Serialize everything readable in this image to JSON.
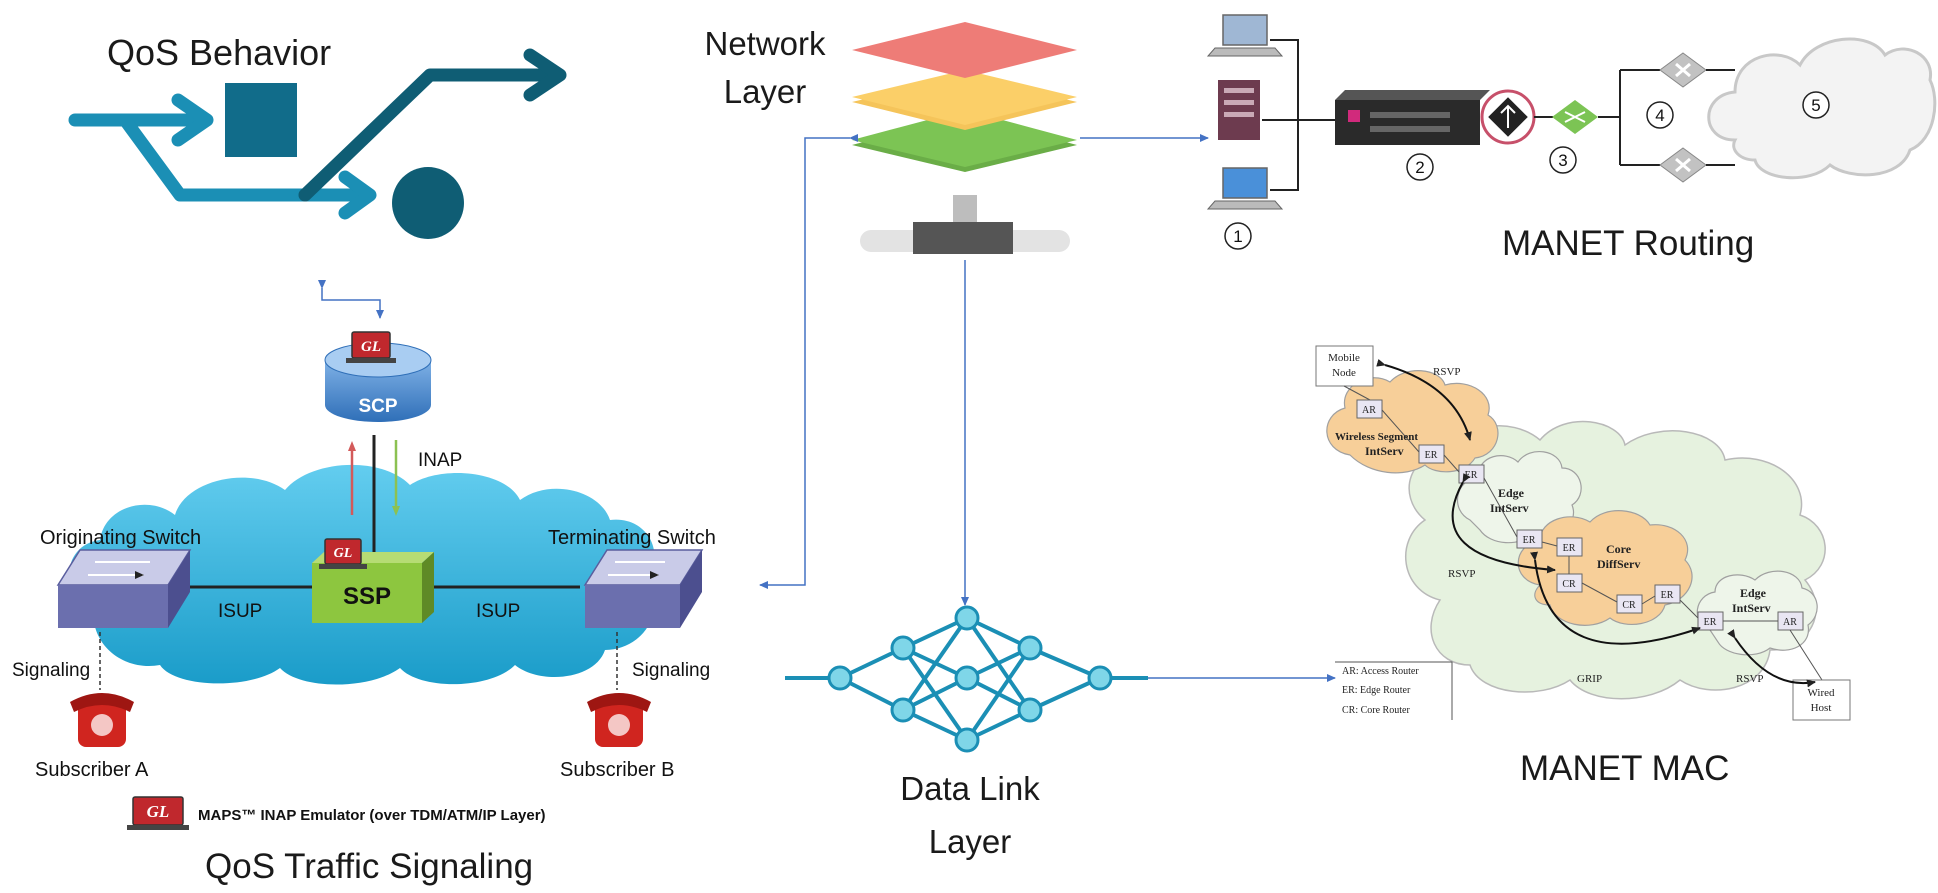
{
  "qos_behavior": {
    "title": "QoS Behavior"
  },
  "network_layer": {
    "label_line1": "Network",
    "label_line2": "Layer"
  },
  "data_link_layer": {
    "label_line1": "Data Link",
    "label_line2": "Layer"
  },
  "manet_routing": {
    "title": "MANET Routing",
    "markers": [
      "1",
      "2",
      "3",
      "4",
      "5"
    ]
  },
  "manet_mac": {
    "title": "MANET MAC",
    "mobile_node_line1": "Mobile",
    "mobile_node_line2": "Node",
    "rsvp": "RSVP",
    "grip": "GRIP",
    "ar": "AR",
    "er": "ER",
    "cr": "CR",
    "wireless_segment": "Wireless Segment",
    "intserv": "IntServ",
    "edge": "Edge",
    "core": "Core",
    "diffserv": "DiffServ",
    "wired_line1": "Wired",
    "wired_line2": "Host",
    "legend": [
      "AR: Access Router",
      "ER: Edge Router",
      "CR: Core Router"
    ]
  },
  "qos_signaling": {
    "title": "QoS Traffic Signaling",
    "scp": "SCP",
    "ssp": "SSP",
    "gl": "GL",
    "inap": "INAP",
    "isup": "ISUP",
    "originating_switch": "Originating Switch",
    "terminating_switch": "Terminating Switch",
    "signaling": "Signaling",
    "subscriber_a": "Subscriber A",
    "subscriber_b": "Subscriber B",
    "emulator_caption": "MAPS™ INAP Emulator  (over TDM/ATM/IP Layer)"
  },
  "colors": {
    "teal": "#1b8fb5",
    "teal_dark": "#0f5d74",
    "arrow_blue": "#4472c4",
    "layer_red": "#ee7c77",
    "layer_yellow": "#fbcf68",
    "layer_green": "#7cc454",
    "cloud_blue": "#3bb9e3",
    "switch_purple": "#6b6fae",
    "ssp_green": "#8dc63f",
    "phone_red": "#d0251f",
    "gl_red": "#c0282d",
    "mac_orange": "#f7cf99",
    "mac_green": "#e6f2df"
  },
  "icons": [
    "laptop-icon",
    "server-icon",
    "router-icon",
    "firewall-icon",
    "switch-icon",
    "phone-icon",
    "database-icon"
  ]
}
